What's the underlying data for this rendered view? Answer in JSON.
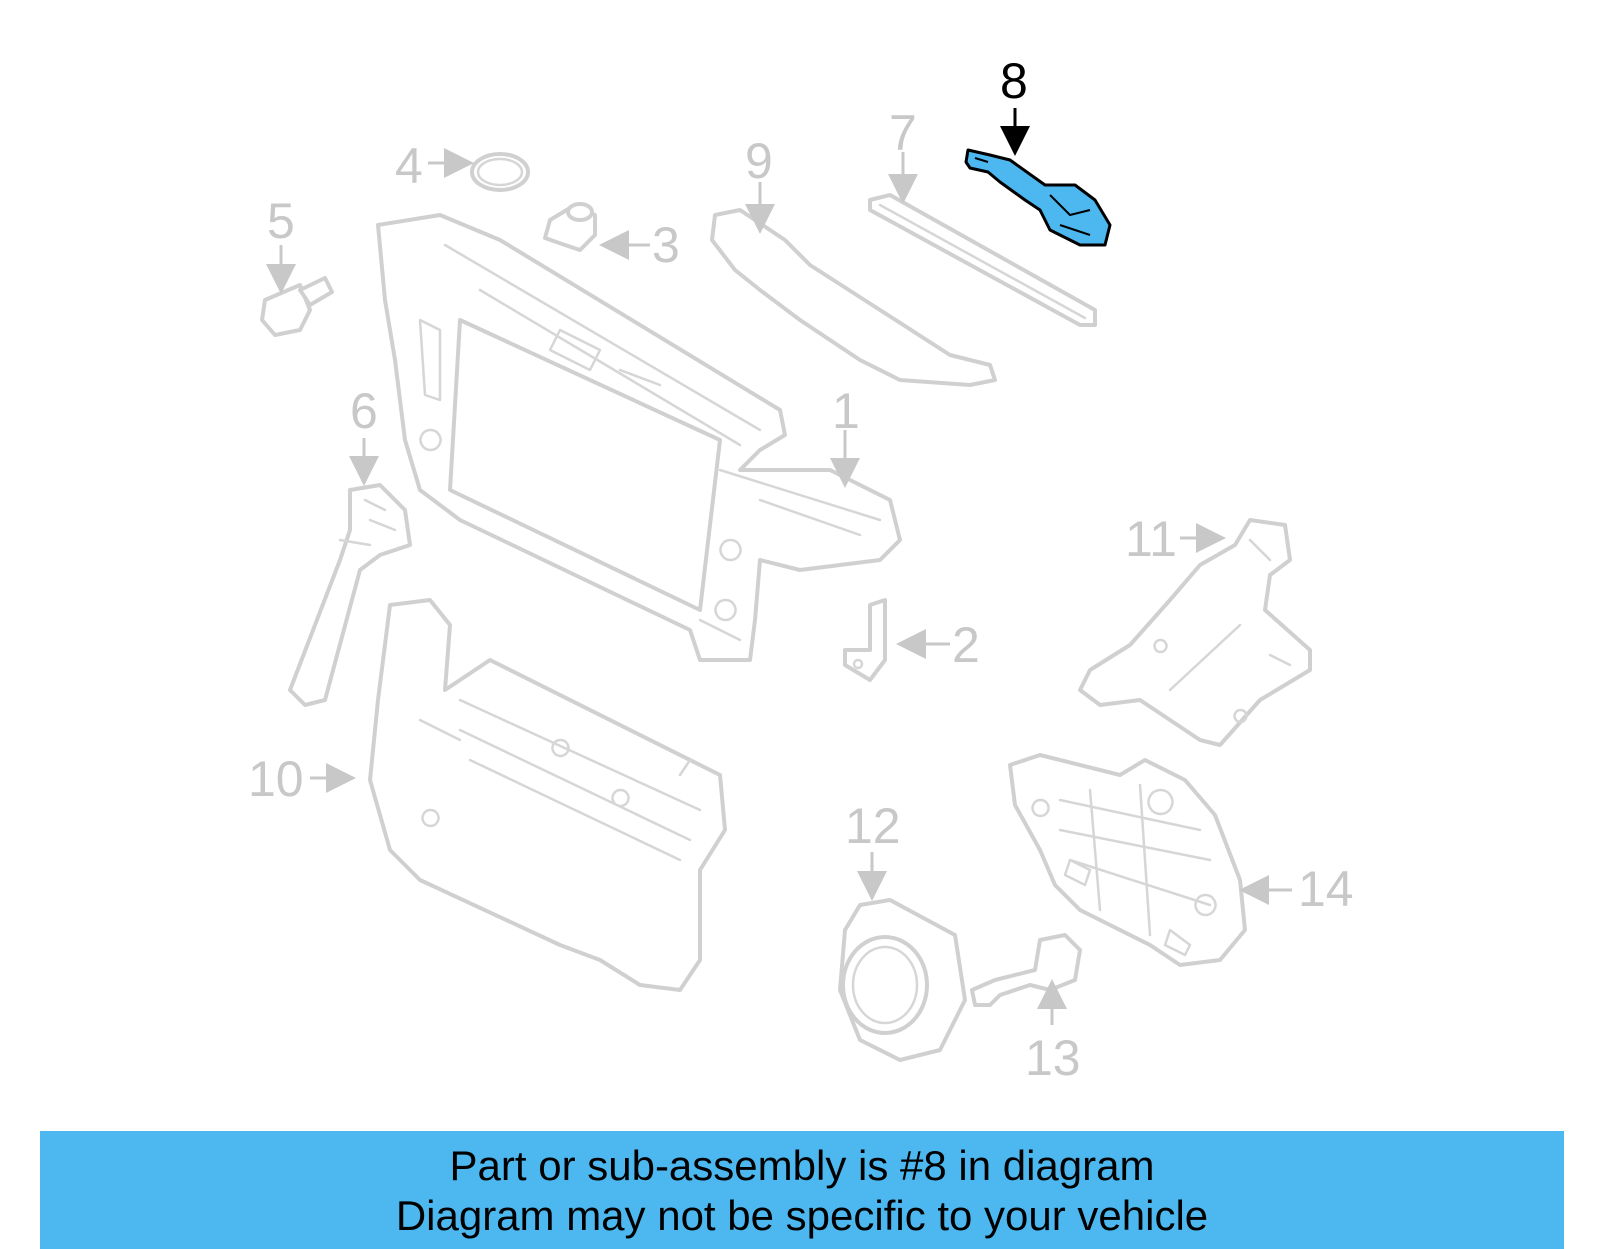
{
  "diagram": {
    "highlight_color": "#4db8f0",
    "highlighted_part": "8",
    "callouts": {
      "c1": "1",
      "c2": "2",
      "c3": "3",
      "c4": "4",
      "c5": "5",
      "c6": "6",
      "c7": "7",
      "c8": "8",
      "c9": "9",
      "c10": "10",
      "c11": "11",
      "c12": "12",
      "c13": "13",
      "c14": "14"
    }
  },
  "footer": {
    "line1": "Part or sub-assembly is #8 in diagram",
    "line2": "Diagram may not be specific to your vehicle",
    "background": "#4db8f0"
  }
}
